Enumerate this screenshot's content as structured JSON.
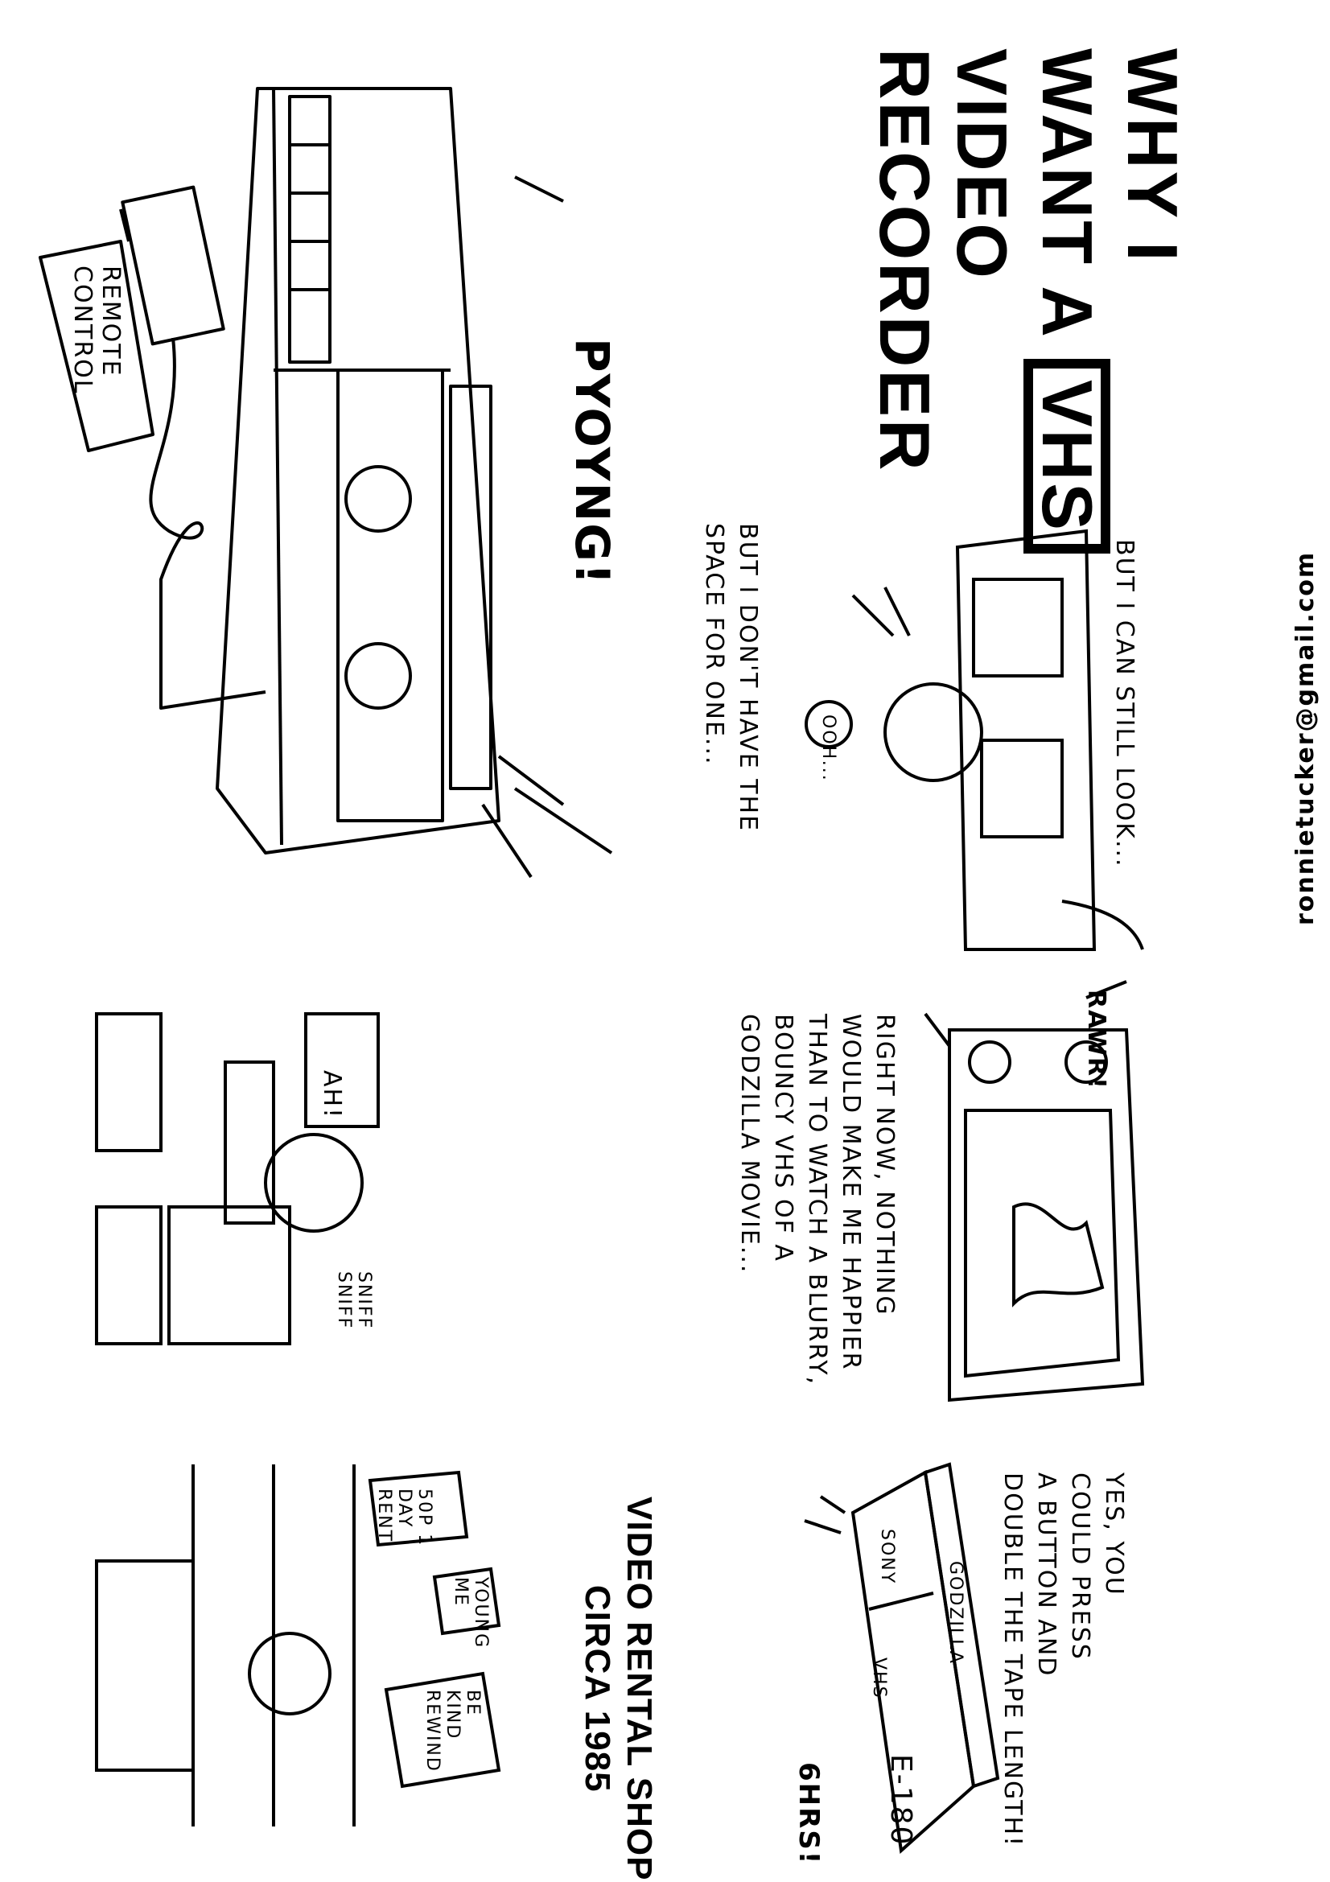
{
  "title": {
    "line1": "WHY I",
    "line2_prefix": "WANT A",
    "logo": "VHS",
    "line3": "VIDEO",
    "line4": "RECORDER"
  },
  "author_email": "ronnietucker@gmail.com",
  "panel_recorder": {
    "label_remote": "REMOTE CONTROL",
    "sound": "PYOYNG!"
  },
  "panel_space": {
    "top_text": "BUT I DON'T HAVE THE SPACE FOR ONE...",
    "bottom_text": "BUT I CAN STILL LOOK...",
    "bubble": "OOH..."
  },
  "panel_tapes": {
    "bubble": "AH!",
    "sfx": "SNIFF SNIFF"
  },
  "panel_godzilla": {
    "text_lines": [
      "RIGHT NOW, NOTHING",
      "WOULD MAKE ME HAPPIER",
      "THAN TO WATCH A BLURRY,",
      "BOUNCY VHS OF A",
      "GODZILLA MOVIE..."
    ],
    "sfx": "RAWR!"
  },
  "panel_shop": {
    "sign_rent": "50P 1 DAY RENT",
    "sign_young": "YOUNG ME",
    "sign_rewind": "BE KIND REWIND",
    "caption_line1": "VIDEO RENTAL SHOP",
    "caption_line2": "CIRCA 1985"
  },
  "panel_tape": {
    "hours": "6HRS!",
    "text_lines": [
      "YES, YOU",
      "COULD PRESS",
      "A BUTTON AND",
      "DOUBLE THE TAPE LENGTH!"
    ],
    "tape_label": "E-180",
    "brand": "SONY",
    "format": "VHS",
    "spine": "GODZILLA"
  }
}
